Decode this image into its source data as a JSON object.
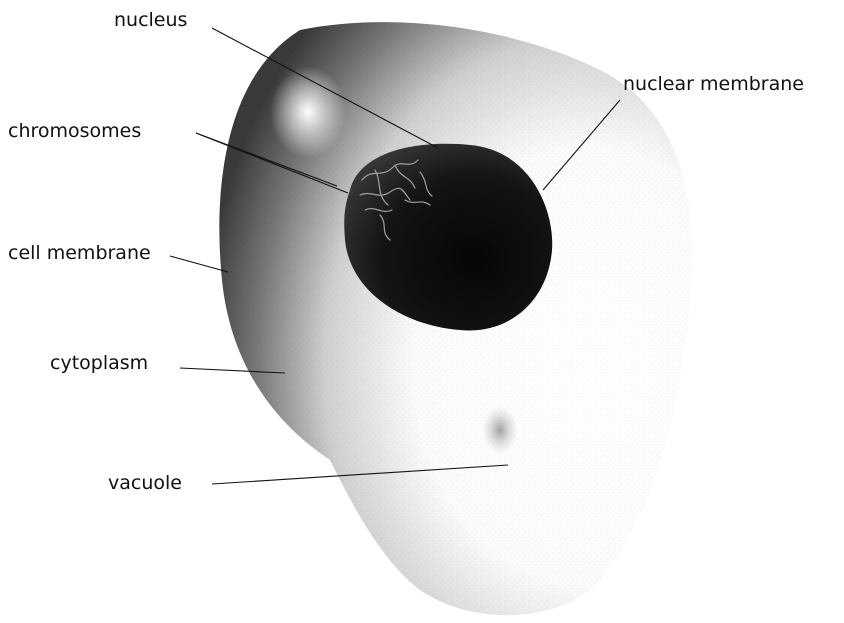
{
  "labels": {
    "nucleus": "nucleus",
    "nuclear_membrane": "nuclear membrane",
    "chromosomes": "chromosomes",
    "cell_membrane": "cell membrane",
    "cytoplasm": "cytoplasm",
    "vacuole": "vacuole"
  },
  "colors": {
    "background": "#ffffff",
    "cell_shading": "#3a3a3a",
    "nucleus_fill": "#141414",
    "chromosome_lines": "#a0a0a0",
    "leader_lines": "#111111",
    "label_text": "#111111"
  }
}
